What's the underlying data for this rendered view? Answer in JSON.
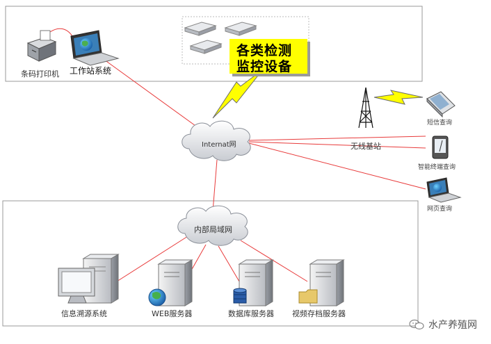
{
  "devices": {
    "barcode_printer": "条码打印机",
    "workstation": "工作站系统",
    "monitoring": [
      "各类检测",
      "监控设备"
    ],
    "internet_cloud": "Internat网",
    "wireless_station": "无线基站",
    "sms_query": "短信查询",
    "smart_terminal_query": "智能终端查询",
    "web_query": "网页查询",
    "intranet_cloud": "内部局域网",
    "trace_system": "信息溯源系统",
    "web_server": "WEB服务器",
    "db_server": "数据库服务器",
    "video_server": "视频存档服务器"
  },
  "watermark": "水产养殖网",
  "colors": {
    "link_line": "#e83a3a",
    "frame": "#888888",
    "highlight": "#ffff00",
    "lightning": "#ffff00"
  }
}
